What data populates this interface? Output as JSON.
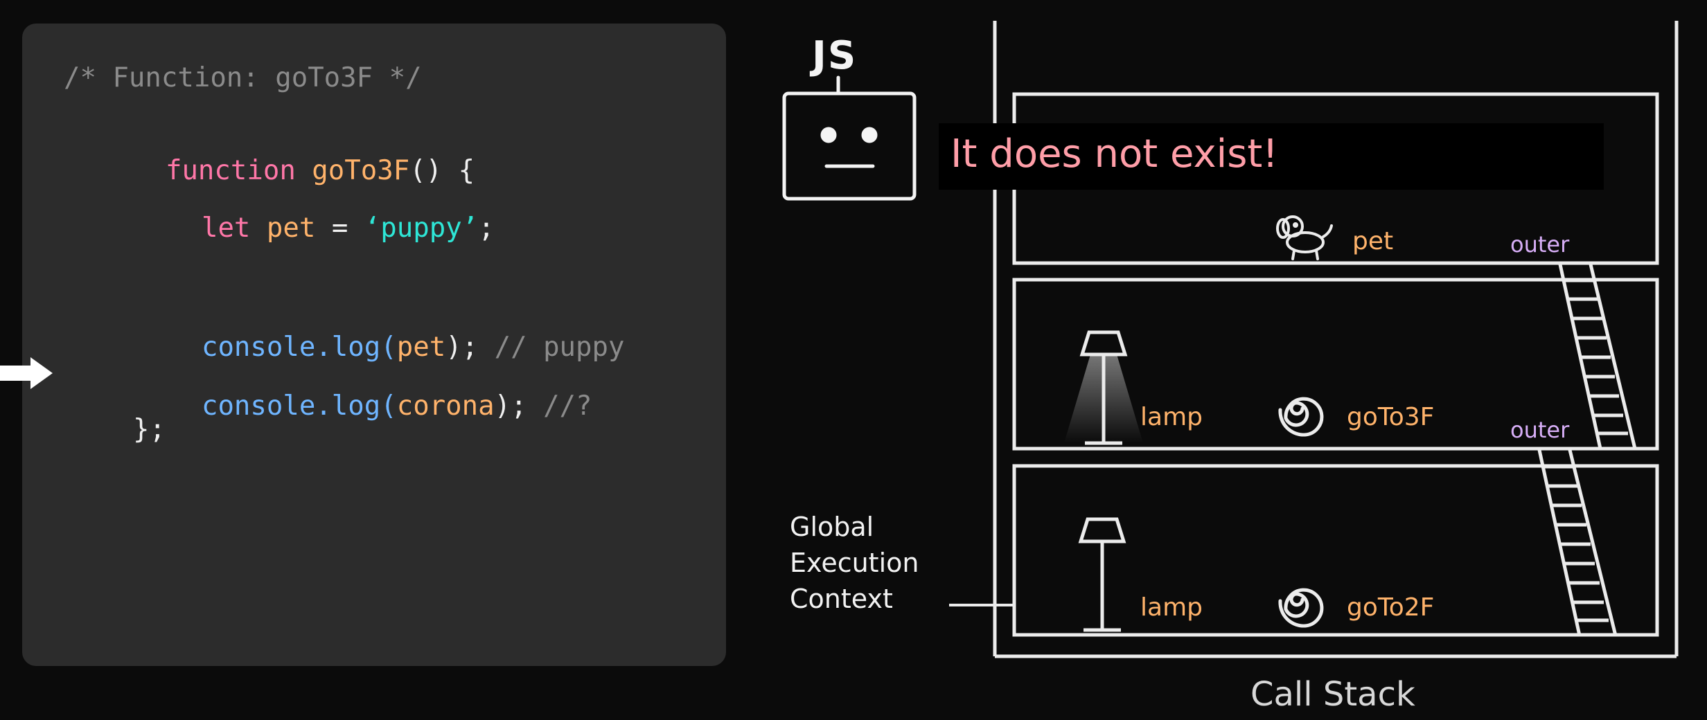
{
  "code": {
    "comment": "/* Function: goTo3F */",
    "line1": {
      "keyword": "function",
      "name": "goTo3F",
      "rest": "() {"
    },
    "line2": {
      "keyword": "let",
      "var": "pet",
      "eq": " = ",
      "str": "‘puppy’",
      "end": ";"
    },
    "line4": {
      "obj": "console.log(",
      "arg": "pet",
      "close": "); ",
      "comment": "// puppy"
    },
    "line5": {
      "obj": "console.log(",
      "arg": "corona",
      "close": "); ",
      "comment": "//?"
    },
    "line6": "};"
  },
  "scene": {
    "engine_label": "JS",
    "speech": "It does not exist!",
    "floor3": {
      "item_label": "pet",
      "outer_label": "outer"
    },
    "floor2": {
      "lamp_label": "lamp",
      "func_label": "goTo3F",
      "outer_label": "outer"
    },
    "floor1": {
      "lamp_label": "lamp",
      "func_label": "goTo2F"
    },
    "gec_label": "Global\nExecution\nContext",
    "call_stack_label": "Call Stack"
  },
  "colors": {
    "keyword": "#ff77a8",
    "function_name": "#ffb36b",
    "string": "#2ee6d6",
    "method": "#6fb5ff",
    "comment": "#8b8b8b",
    "speech_text": "#ff9ea8",
    "outer_label": "#d7aef7"
  }
}
